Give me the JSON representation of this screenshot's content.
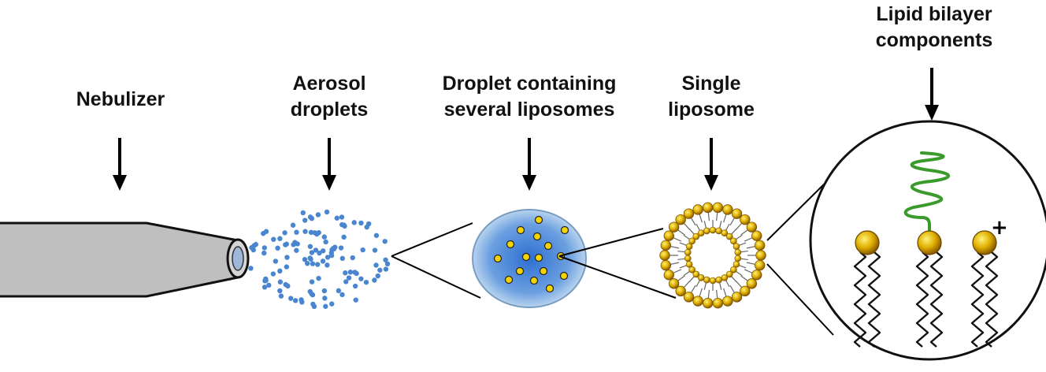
{
  "labels": {
    "nebulizer": "Nebulizer",
    "aerosol": [
      "Aerosol",
      "droplets"
    ],
    "droplet": [
      "Droplet containing",
      "several liposomes"
    ],
    "single": [
      "Single",
      "liposome"
    ],
    "lipid": [
      "Lipid bilayer",
      "components"
    ]
  },
  "charge_symbol": "+",
  "colors": {
    "nebulizer_body": "#bfbfbf",
    "aerosol_dot": "#4a86d0",
    "droplet_center": "#2e6fd0",
    "droplet_edge": "#b9d4ee",
    "lipid_head": "#d7a200",
    "peg_chain": "#3a9a2c"
  }
}
